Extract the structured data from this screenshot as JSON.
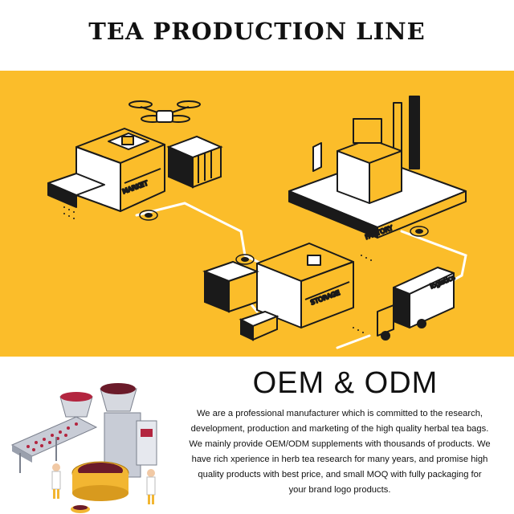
{
  "header": {
    "title": "TEA PRODUCTION LINE"
  },
  "banner": {
    "labels": {
      "market": "MARKET",
      "factory": "FACTORY",
      "storage": "STORAGE",
      "logistics": "logistics"
    },
    "colors": {
      "background": "#fbbd2a",
      "line": "#1a1a1a",
      "path": "#ffffff"
    },
    "icons": [
      "drone-icon",
      "market-building-icon",
      "container-icon",
      "factory-icon",
      "storage-building-icon",
      "delivery-truck-icon",
      "forklift-icon"
    ]
  },
  "oem": {
    "heading": "OEM & ODM",
    "lines": [
      "We are a  professional manufacturer which is committed to the research,",
      "development, production and marketing of the high quality herbal tea bags.",
      "We mainly provide OEM/ODM supplements with thousands of products. We",
      "have rich xperience in herb tea research for many years, and promise high",
      "quality products with best price, and small MOQ with fully packaging for",
      "your brand logo products."
    ]
  },
  "illustration": {
    "icons": [
      "tea-machine-icon",
      "conveyor-icon",
      "worker-icon"
    ],
    "colors": {
      "berry": "#b3253f",
      "metal": "#c8ccd6",
      "gold": "#f2b632"
    }
  }
}
